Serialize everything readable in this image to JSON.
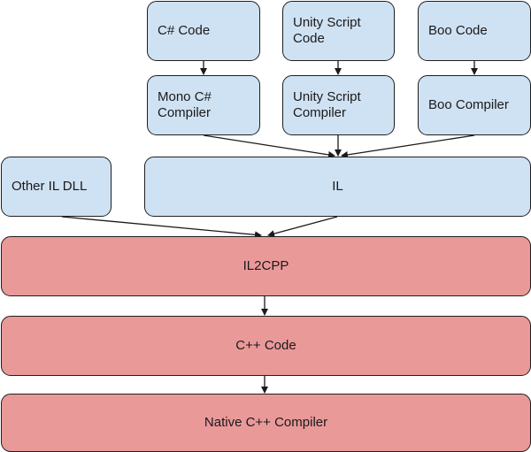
{
  "diagram": {
    "nodes": {
      "csharp_code": "C# Code",
      "unityscript_code": "Unity Script\nCode",
      "boo_code": "Boo Code",
      "mono_compiler": "Mono C#\nCompiler",
      "unityscript_compiler": "Unity Script\nCompiler",
      "boo_compiler": "Boo Compiler",
      "other_il_dll": "Other IL DLL",
      "il": "IL",
      "il2cpp": "IL2CPP",
      "cpp_code": "C++ Code",
      "native_compiler": "Native C++ Compiler"
    },
    "colors": {
      "source_fill": "#cfe2f3",
      "backend_fill": "#ea9999",
      "stroke": "#1f1f1f"
    }
  }
}
